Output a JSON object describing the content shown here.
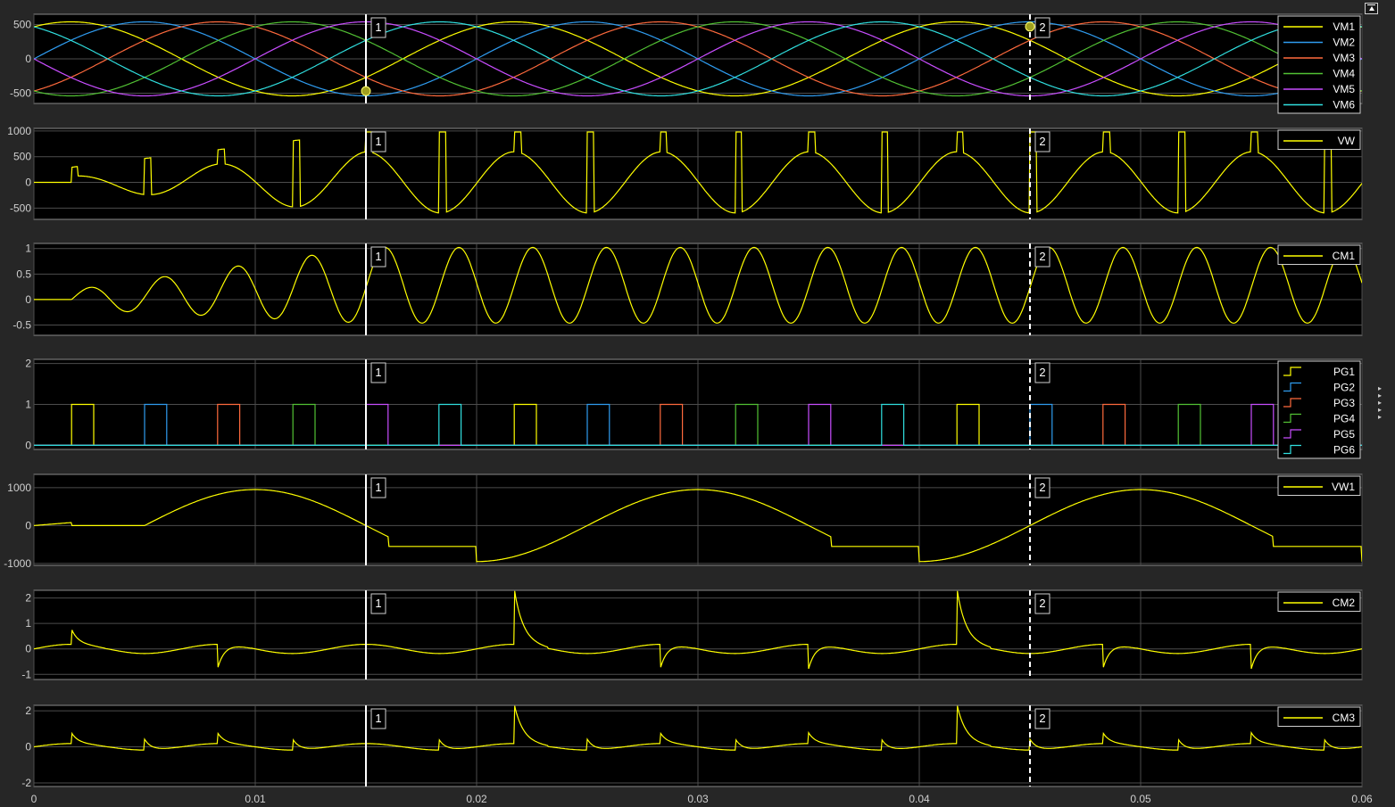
{
  "app": {
    "toolbar_restore_icon": "restore-icon",
    "expand_icon": "expand-triangle-icon"
  },
  "x_axis": {
    "ticks": [
      "0",
      "0.01",
      "0.02",
      "0.03",
      "0.04",
      "0.05",
      "0.06"
    ],
    "xlim": [
      0,
      0.06
    ]
  },
  "cursors": [
    {
      "label": "1",
      "x": 0.015,
      "style": "solid"
    },
    {
      "label": "2",
      "x": 0.045,
      "style": "dashed"
    }
  ],
  "colors": {
    "background": "#000000",
    "grid": "#4d4d4d",
    "axis_text": "#cfcfcf",
    "cursor": "#ffffff",
    "series": [
      "#ffff00",
      "#2f9cf0",
      "#ff6a3d",
      "#52c234",
      "#c84dff",
      "#30e0e0"
    ]
  },
  "chart_data": [
    {
      "type": "line",
      "title": "",
      "xlabel": "",
      "ylabel": "",
      "ylim": [
        -650,
        650
      ],
      "yticks": [
        "500",
        "0",
        "-500"
      ],
      "legend": "top-right",
      "series": [
        {
          "name": "VM1",
          "amplitude": 540,
          "freq_hz": 50,
          "phase_deg": 60
        },
        {
          "name": "VM2",
          "amplitude": 540,
          "freq_hz": 50,
          "phase_deg": 0
        },
        {
          "name": "VM3",
          "amplitude": 540,
          "freq_hz": 50,
          "phase_deg": -60
        },
        {
          "name": "VM4",
          "amplitude": 540,
          "freq_hz": 50,
          "phase_deg": -120
        },
        {
          "name": "VM5",
          "amplitude": 540,
          "freq_hz": 50,
          "phase_deg": 180
        },
        {
          "name": "VM6",
          "amplitude": 540,
          "freq_hz": 50,
          "phase_deg": 120
        }
      ],
      "cursor_markers": [
        {
          "cursor": "1",
          "y": -470
        },
        {
          "cursor": "2",
          "y": 470
        }
      ]
    },
    {
      "type": "line",
      "title": "",
      "xlabel": "",
      "ylabel": "",
      "ylim": [
        -720,
        1050
      ],
      "yticks": [
        "1000",
        "500",
        "0",
        "-500"
      ],
      "legend": "top-right",
      "series": [
        {
          "name": "VW",
          "model": "stepped_sine",
          "amplitude": 700,
          "freq_hz": 150,
          "steps_at": [
            0.0017,
            0.005,
            0.0083,
            0.0117,
            0.015,
            0.0183,
            0.0217,
            0.025,
            0.0283,
            0.0317,
            0.035,
            0.0383,
            0.0417,
            0.045,
            0.0483,
            0.0517,
            0.055,
            0.0583
          ],
          "growth_until": 0.015
        }
      ]
    },
    {
      "type": "line",
      "title": "",
      "xlabel": "",
      "ylabel": "",
      "ylim": [
        -0.7,
        1.1
      ],
      "yticks": [
        "1",
        "0.5",
        "0",
        "-0.5"
      ],
      "legend": "top-right",
      "series": [
        {
          "name": "CM1",
          "model": "damped_growth_sine",
          "amplitude": 1.03,
          "offset": 0.28,
          "freq_hz": 300,
          "start": 0.0017,
          "growth_until": 0.015
        }
      ]
    },
    {
      "type": "line",
      "title": "",
      "xlabel": "",
      "ylabel": "",
      "ylim": [
        -0.1,
        2.1
      ],
      "yticks": [
        "2",
        "1",
        "0"
      ],
      "legend": "top-right",
      "series": [
        {
          "name": "PG1",
          "pulses": [
            [
              0.0017,
              0.0027
            ],
            [
              0.0217,
              0.0227
            ],
            [
              0.0417,
              0.0427
            ]
          ]
        },
        {
          "name": "PG2",
          "pulses": [
            [
              0.005,
              0.006
            ],
            [
              0.025,
              0.026
            ],
            [
              0.045,
              0.046
            ]
          ]
        },
        {
          "name": "PG3",
          "pulses": [
            [
              0.0083,
              0.0093
            ],
            [
              0.0283,
              0.0293
            ],
            [
              0.0483,
              0.0493
            ]
          ]
        },
        {
          "name": "PG4",
          "pulses": [
            [
              0.0117,
              0.0127
            ],
            [
              0.0317,
              0.0327
            ],
            [
              0.0517,
              0.0527
            ]
          ]
        },
        {
          "name": "PG5",
          "pulses": [
            [
              0.015,
              0.016
            ],
            [
              0.035,
              0.036
            ],
            [
              0.055,
              0.056
            ]
          ]
        },
        {
          "name": "PG6",
          "pulses": [
            [
              0.0183,
              0.0193
            ],
            [
              0.0383,
              0.0393
            ]
          ]
        }
      ]
    },
    {
      "type": "line",
      "title": "",
      "xlabel": "",
      "ylabel": "",
      "ylim": [
        -1050,
        1350
      ],
      "yticks": [
        "1000",
        "0",
        "-1000"
      ],
      "legend": "top-right",
      "series": [
        {
          "name": "VW1",
          "model": "piecewise_wave",
          "amplitude": 1000,
          "period": 0.02
        }
      ]
    },
    {
      "type": "line",
      "title": "",
      "xlabel": "",
      "ylabel": "",
      "ylim": [
        -1.2,
        2.3
      ],
      "yticks": [
        "2",
        "1",
        "0",
        "-1"
      ],
      "legend": "top-right",
      "series": [
        {
          "name": "CM2",
          "model": "commutation_spikes",
          "spike_times": [
            0.0017,
            0.0083,
            0.0217,
            0.0283,
            0.035,
            0.0417,
            0.0483,
            0.055
          ]
        }
      ]
    },
    {
      "type": "line",
      "title": "",
      "xlabel": "",
      "ylabel": "",
      "ylim": [
        -2.2,
        2.3
      ],
      "yticks": [
        "2",
        "0",
        "-2"
      ],
      "legend": "top-right",
      "series": [
        {
          "name": "CM3",
          "model": "commutation_spikes",
          "spike_times": [
            0.0017,
            0.005,
            0.0083,
            0.0117,
            0.0183,
            0.0217,
            0.025,
            0.0283,
            0.0317,
            0.035,
            0.0383,
            0.0417,
            0.045,
            0.0483,
            0.0517,
            0.055,
            0.0583
          ]
        }
      ]
    }
  ]
}
